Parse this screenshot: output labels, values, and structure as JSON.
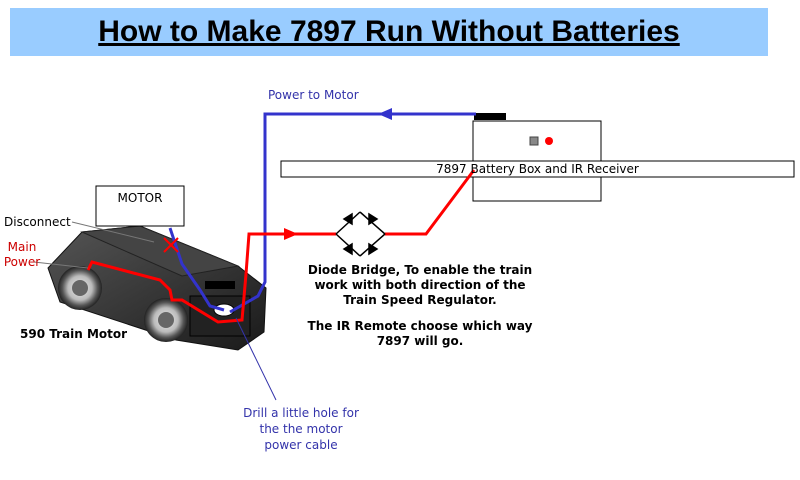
{
  "title": "How to Make 7897 Run Without Batteries",
  "labels": {
    "power_to_motor": "Power to Motor",
    "battery_box": "7897 Battery Box and IR Receiver",
    "motor": "MOTOR",
    "disconnect": "Disconnect",
    "main_power_line1": "Main",
    "main_power_line2": "Power",
    "train_motor": "590 Train Motor",
    "diode_line1": "Diode Bridge, To enable the train",
    "diode_line2": "work with both direction of the",
    "diode_line3": "Train Speed Regulator.",
    "ir_line1": "The IR Remote choose which way",
    "ir_line2": "7897 will go.",
    "drill_line1": "Drill a little hole for",
    "drill_line2": "the the motor",
    "drill_line3": "power cable"
  },
  "colors": {
    "title_bg": "#99ccff",
    "positive_wire": "#ff0000",
    "negative_wire": "#3333cc",
    "annotation_blue": "#3333aa",
    "annotation_red": "#cc0000"
  }
}
